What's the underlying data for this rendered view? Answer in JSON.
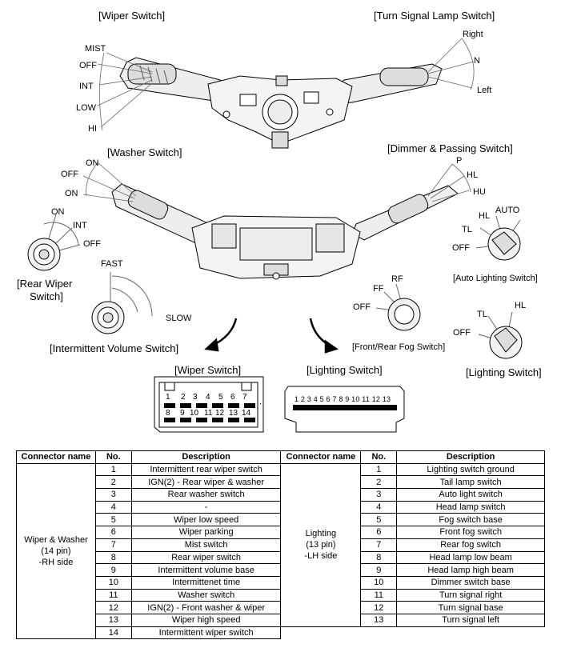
{
  "titles": {
    "wiper_switch": "[Wiper Switch]",
    "turn_signal": "[Turn Signal Lamp Switch]",
    "washer_switch": "[Washer Switch]",
    "dimmer_passing": "[Dimmer & Passing Switch]",
    "rear_wiper_1": "[Rear Wiper",
    "rear_wiper_2": "Switch]",
    "intermittent_volume": "[Intermittent Volume Switch]",
    "auto_lighting": "[Auto Lighting Switch]",
    "front_rear_fog": "[Front/Rear Fog Switch]",
    "lighting_switch": "[Lighting Switch]",
    "connector_wiper": "[Wiper Switch]",
    "connector_lighting": "[Lighting Switch]"
  },
  "wiper_positions": [
    "MIST",
    "OFF",
    "INT",
    "LOW",
    "HI"
  ],
  "turn_positions": [
    "Right",
    "N",
    "Left"
  ],
  "washer_positions": [
    "ON",
    "OFF",
    "ON"
  ],
  "dimmer_positions": [
    "P",
    "HL",
    "HU"
  ],
  "rear_wiper_positions": [
    "ON",
    "INT",
    "OFF"
  ],
  "volume_positions": [
    "FAST",
    "SLOW"
  ],
  "auto_light_positions": [
    "HL",
    "AUTO",
    "TL",
    "OFF"
  ],
  "fog_positions": [
    "FF",
    "RF",
    "OFF"
  ],
  "lighting_positions": [
    "TL",
    "HL",
    "OFF"
  ],
  "wiper_pins_row1": [
    "1",
    "2",
    "3",
    "4",
    "5",
    "6",
    "7"
  ],
  "wiper_pins_row2": [
    "8",
    "9",
    "10",
    "11",
    "12",
    "13",
    "14"
  ],
  "lighting_pins": "1 2 3 4 5 6 7 8 9 10 11 12 13",
  "table": {
    "headers": [
      "Connector name",
      "No.",
      "Description",
      "Connector name",
      "No.",
      "Description"
    ],
    "left_connector": [
      "Wiper & Washer",
      "(14 pin)",
      "-RH side"
    ],
    "right_connector": [
      "Lighting",
      "(13 pin)",
      "-LH side"
    ],
    "left_rows": [
      {
        "no": "1",
        "desc": "Intermittent rear wiper switch"
      },
      {
        "no": "2",
        "desc": "IGN(2) - Rear wiper & washer"
      },
      {
        "no": "3",
        "desc": "Rear washer switch"
      },
      {
        "no": "4",
        "desc": "-"
      },
      {
        "no": "5",
        "desc": "Wiper low speed"
      },
      {
        "no": "6",
        "desc": "Wiper parking"
      },
      {
        "no": "7",
        "desc": "Mist switch"
      },
      {
        "no": "8",
        "desc": "Rear wiper switch"
      },
      {
        "no": "9",
        "desc": "Intermittent volume base"
      },
      {
        "no": "10",
        "desc": "Intermittenet time"
      },
      {
        "no": "11",
        "desc": "Washer switch"
      },
      {
        "no": "12",
        "desc": "IGN(2) - Front washer & wiper"
      },
      {
        "no": "13",
        "desc": "Wiper high speed"
      },
      {
        "no": "14",
        "desc": "Intermittent wiper switch"
      }
    ],
    "right_rows": [
      {
        "no": "1",
        "desc": "Lighting switch ground"
      },
      {
        "no": "2",
        "desc": "Tail lamp switch"
      },
      {
        "no": "3",
        "desc": "Auto light switch"
      },
      {
        "no": "4",
        "desc": "Head lamp switch"
      },
      {
        "no": "5",
        "desc": "Fog switch base"
      },
      {
        "no": "6",
        "desc": "Front fog switch"
      },
      {
        "no": "7",
        "desc": "Rear fog switch"
      },
      {
        "no": "8",
        "desc": "Head lamp low beam"
      },
      {
        "no": "9",
        "desc": "Head lamp high beam"
      },
      {
        "no": "10",
        "desc": "Dimmer switch base"
      },
      {
        "no": "11",
        "desc": "Turn signal right"
      },
      {
        "no": "12",
        "desc": "Turn signal base"
      },
      {
        "no": "13",
        "desc": "Turn signal left"
      }
    ]
  }
}
